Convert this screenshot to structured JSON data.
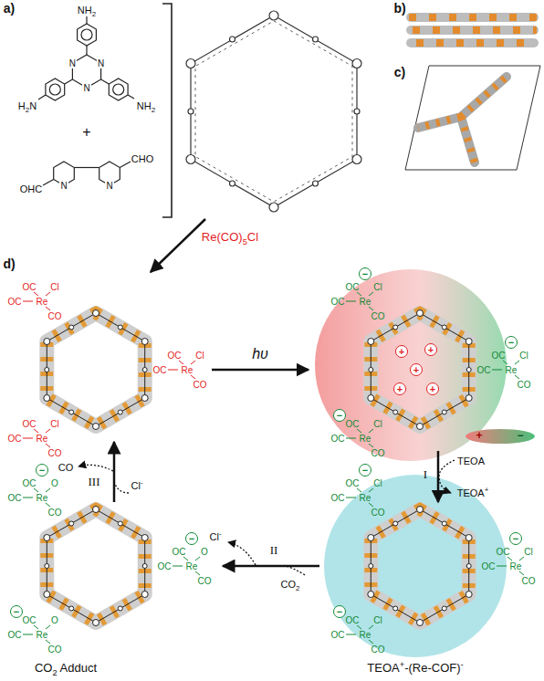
{
  "diagram": {
    "labels": [
      "a)",
      "NH2",
      "N",
      "N",
      "N",
      "H2N",
      "NH2",
      "+",
      "OHC",
      "N",
      "N",
      "CHO",
      "b)",
      "c)",
      "Re(CO)5Cl",
      "d)",
      "hυ",
      "I",
      "TEOA",
      "TEOA+",
      "II",
      "Cl-",
      "CO2",
      "III",
      "CO",
      "Cl-",
      "TEOA+-(Re-COF)-",
      "CO2 Adduct",
      "+",
      "+",
      "+",
      "+",
      "+",
      "−",
      "−",
      "−",
      "+",
      "−",
      "−",
      "−",
      "−",
      "−",
      "−",
      "−",
      "OC",
      "Cl",
      "OC",
      "Re",
      "CO",
      "OC",
      "Cl",
      "OC",
      "Re",
      "CO",
      "OC",
      "Cl",
      "OC",
      "Re",
      "CO",
      "OC",
      "Cl",
      "OC",
      "Re",
      "CO",
      "OC",
      "Cl",
      "OC",
      "Re",
      "CO",
      "OC",
      "Cl",
      "OC",
      "Re",
      "CO",
      "OC",
      "Cl",
      "OC",
      "Re",
      "CO",
      "OC",
      "Cl",
      "OC",
      "Re",
      "CO",
      "OC",
      "Cl",
      "OC",
      "Re",
      "CO",
      "OC",
      "O",
      "OC",
      "Re",
      "CO",
      "OC",
      "O",
      "OC",
      "Re",
      "CO",
      "OC",
      "O",
      "OC",
      "Re",
      "CO"
    ]
  }
}
